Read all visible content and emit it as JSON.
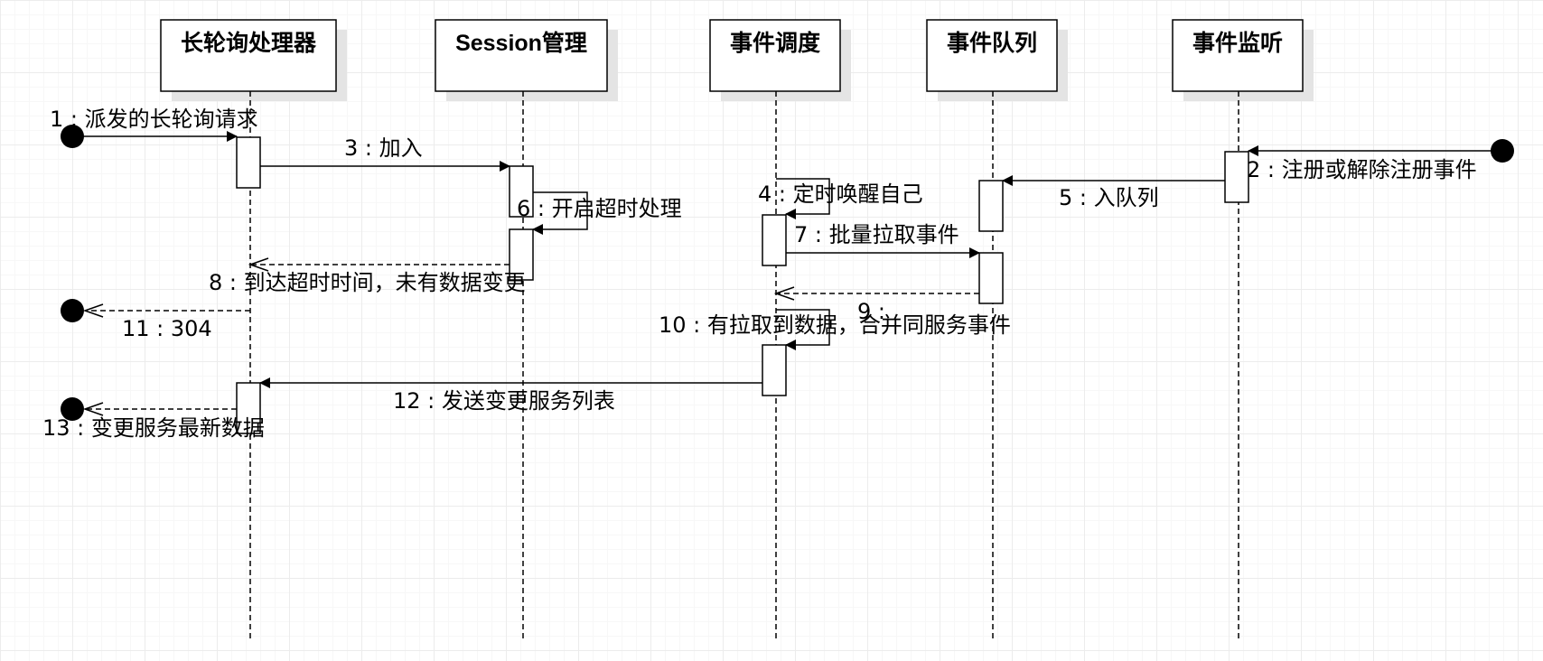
{
  "diagram": {
    "participants": [
      {
        "id": "p1",
        "label": "长轮询处理器"
      },
      {
        "id": "p2",
        "label": "Session管理"
      },
      {
        "id": "p3",
        "label": "事件调度"
      },
      {
        "id": "p4",
        "label": "事件队列"
      },
      {
        "id": "p5",
        "label": "事件监听"
      }
    ],
    "messages": [
      {
        "id": "m1",
        "label": "1 : 派发的长轮询请求",
        "kind": "sync"
      },
      {
        "id": "m2",
        "label": "2 : 注册或解除注册事件",
        "kind": "sync"
      },
      {
        "id": "m3",
        "label": "3 : 加入",
        "kind": "sync"
      },
      {
        "id": "m4",
        "label": "4 : 定时唤醒自己",
        "kind": "self"
      },
      {
        "id": "m5",
        "label": "5 : 入队列",
        "kind": "sync"
      },
      {
        "id": "m6",
        "label": "6 : 开启超时处理",
        "kind": "self"
      },
      {
        "id": "m7",
        "label": "7 : 批量拉取事件",
        "kind": "sync"
      },
      {
        "id": "m8",
        "label": "8 : 到达超时时间，未有数据变更",
        "kind": "reply"
      },
      {
        "id": "m9",
        "label": "9 :",
        "kind": "reply"
      },
      {
        "id": "m10",
        "label": "10 : 有拉取到数据，合并同服务事件",
        "kind": "self"
      },
      {
        "id": "m11",
        "label": "11 : 304",
        "kind": "reply"
      },
      {
        "id": "m12",
        "label": "12 : 发送变更服务列表",
        "kind": "sync"
      },
      {
        "id": "m13",
        "label": "13 : 变更服务最新数据",
        "kind": "reply"
      }
    ],
    "colors": {
      "line": "#000000",
      "box_fill": "#ffffff",
      "shadow": "#e4e4e4"
    }
  }
}
